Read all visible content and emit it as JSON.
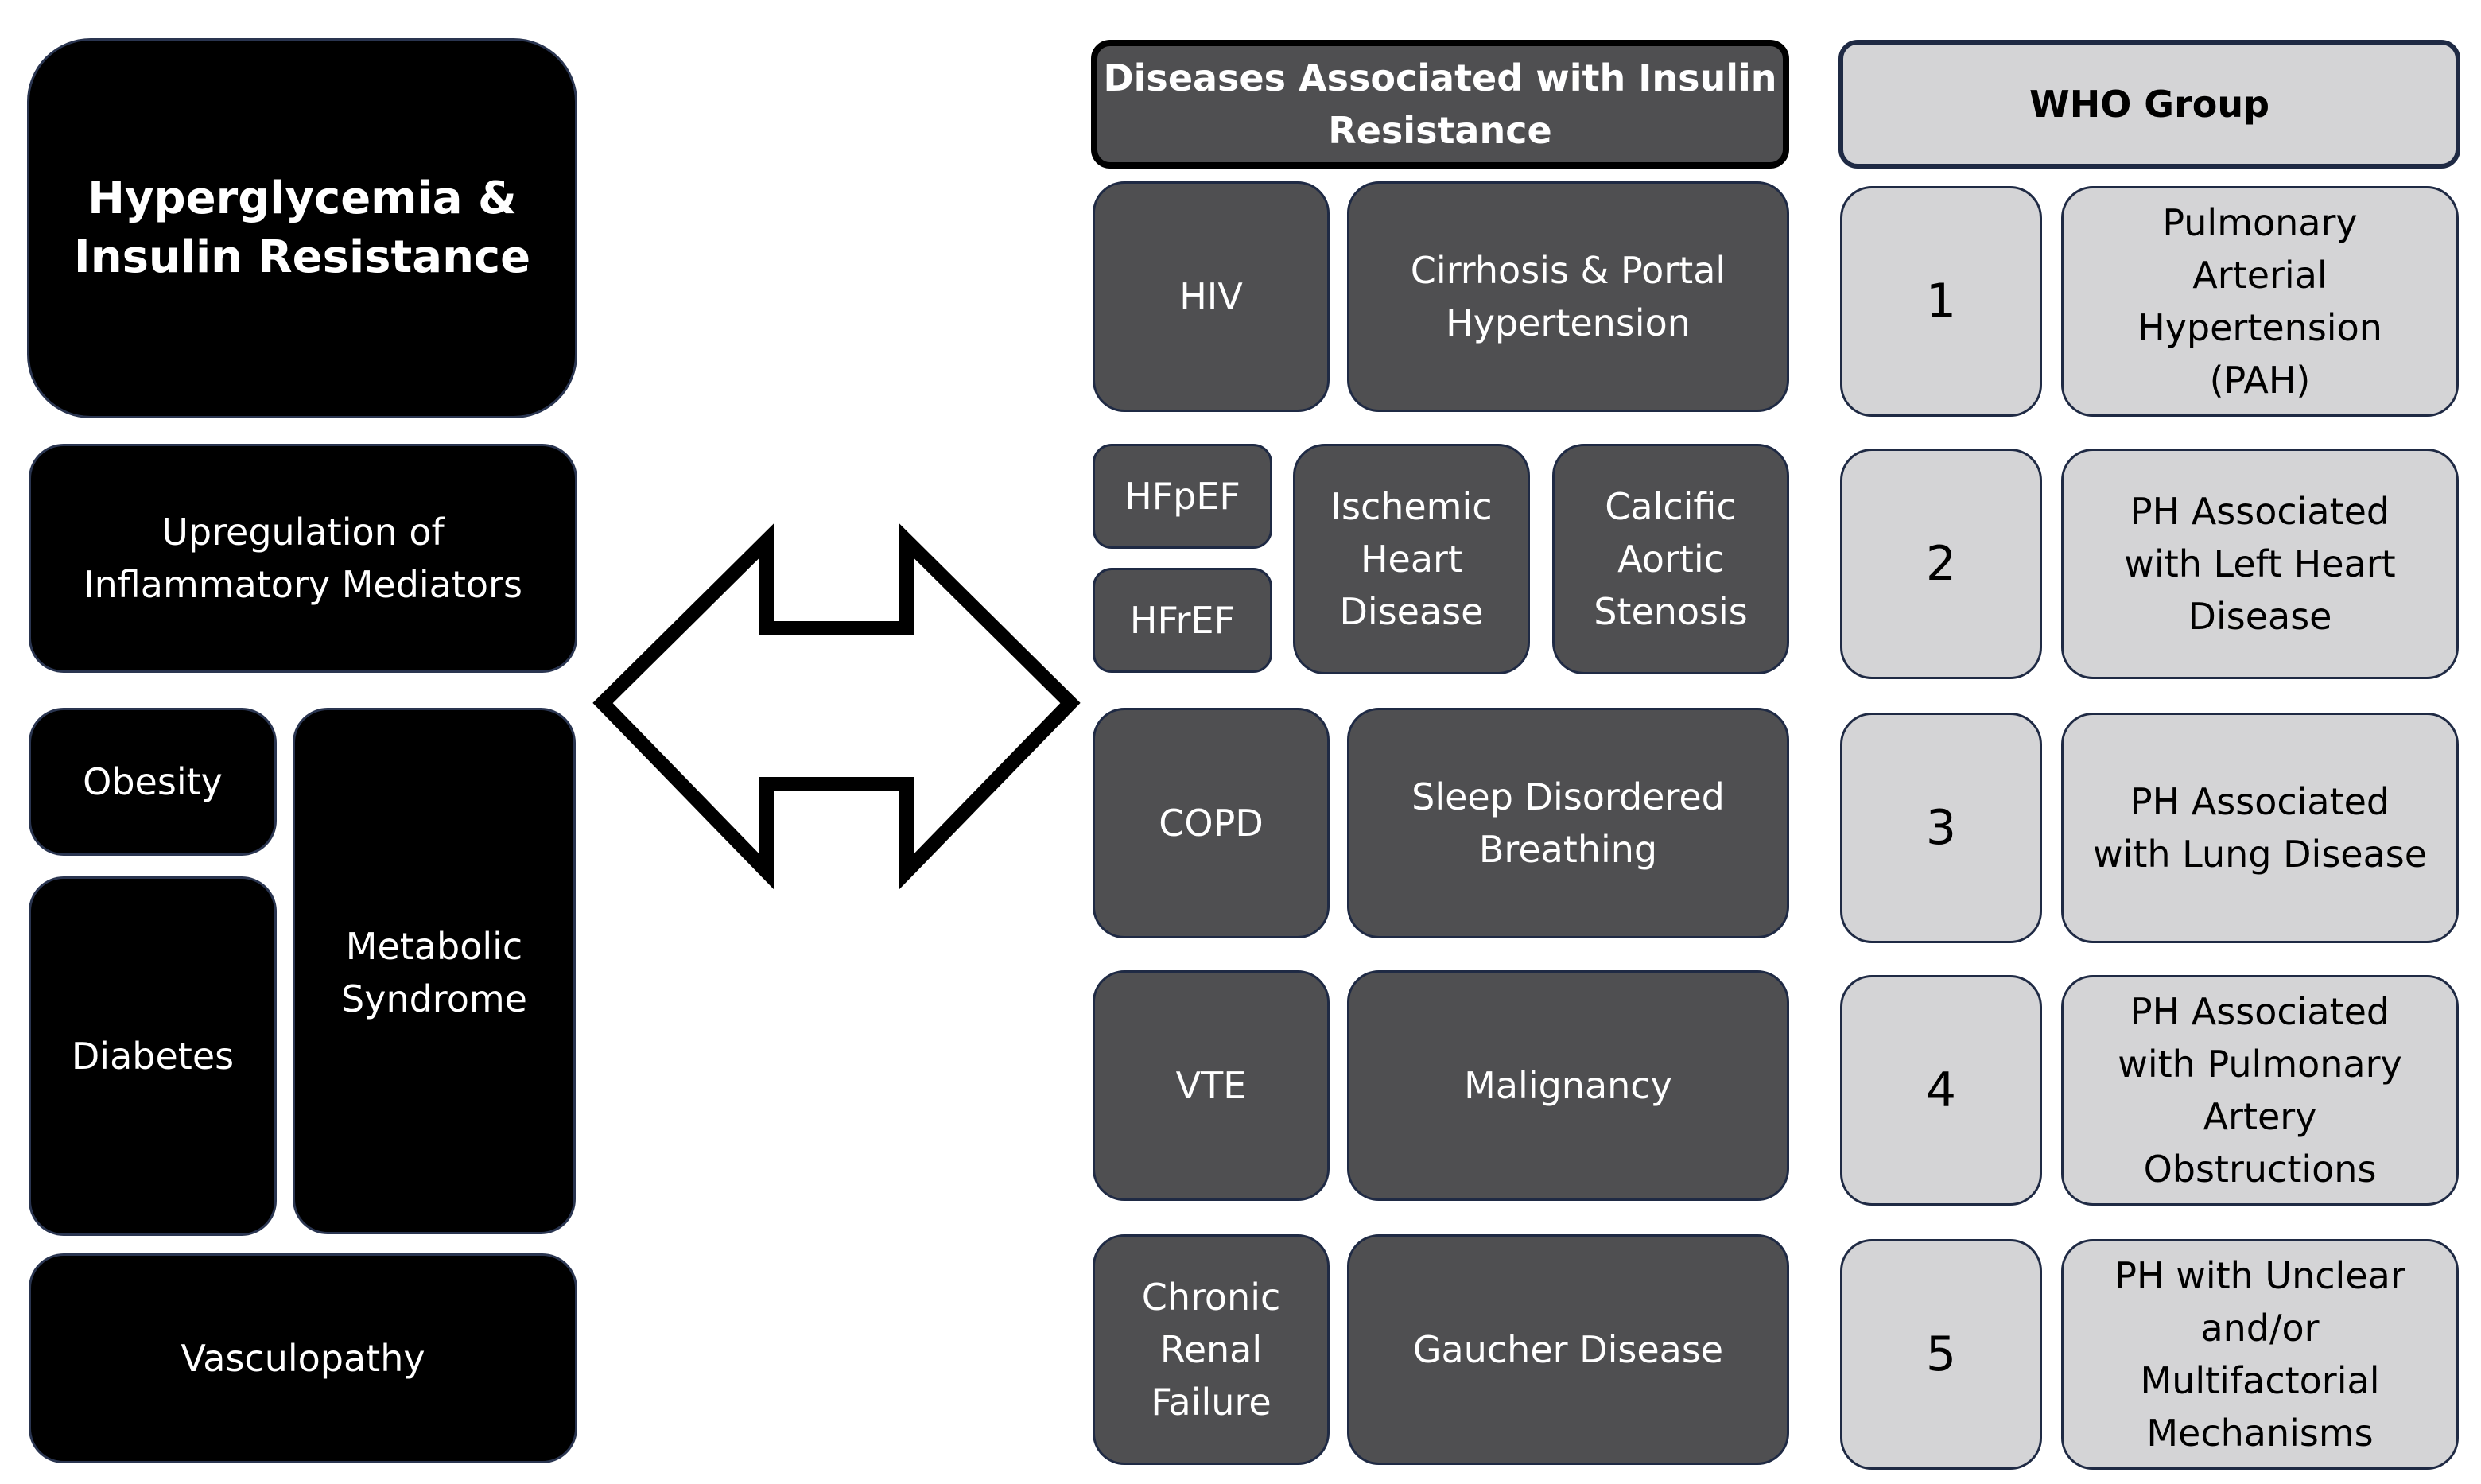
{
  "left": {
    "title": "Hyperglycemia &\nInsulin Resistance",
    "inflammatory": "Upregulation of\nInflammatory Mediators",
    "obesity": "Obesity",
    "diabetes": "Diabetes",
    "metabolic": "Metabolic\nSyndrome",
    "vasculopathy": "Vasculopathy"
  },
  "diseases": {
    "header": "Diseases Associated with Insulin\nResistance",
    "hiv": "HIV",
    "cirrhosis": "Cirrhosis & Portal\nHypertension",
    "hfpef": "HFpEF",
    "hfref": "HFrEF",
    "ischemic": "Ischemic\nHeart\nDisease",
    "calcific": "Calcific\nAortic\nStenosis",
    "copd": "COPD",
    "sleep": "Sleep Disordered\nBreathing",
    "vte": "VTE",
    "malignancy": "Malignancy",
    "renal": "Chronic\nRenal\nFailure",
    "gaucher": "Gaucher Disease"
  },
  "who": {
    "header": "WHO Group",
    "groups": [
      {
        "number": "1",
        "label": "Pulmonary\nArterial\nHypertension\n(PAH)"
      },
      {
        "number": "2",
        "label": "PH Associated\nwith Left Heart\nDisease"
      },
      {
        "number": "3",
        "label": "PH Associated\nwith Lung Disease"
      },
      {
        "number": "4",
        "label": "PH Associated\nwith Pulmonary\nArtery\nObstructions"
      },
      {
        "number": "5",
        "label": "PH with Unclear\nand/or\nMultifactorial\nMechanisms"
      }
    ]
  },
  "colors": {
    "black_box": "#000000",
    "dark_box": "#4f4f51",
    "light_box": "#d4d4d6",
    "border": "#1f2a44"
  },
  "icons": [
    "double-headed-arrow-icon"
  ]
}
